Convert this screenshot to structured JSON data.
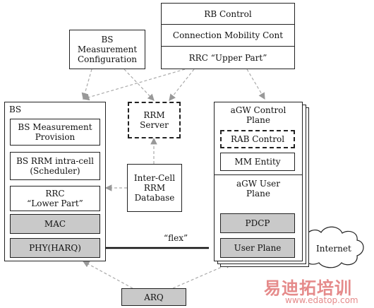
{
  "rb_control": "RB Control",
  "connection_mobility": "Connection Mobility Cont",
  "rrc_upper": "RRC “Upper Part”",
  "bs_measurement_config": "BS\nMeasurement\nConfiguration",
  "bs": "BS",
  "bs_measurement_provision": "BS Measurement\nProvision",
  "bs_rrm_intra": "BS RRM intra-cell\n(Scheduler)",
  "rrc_lower": "RRC\n“Lower Part”",
  "mac": "MAC",
  "phy": "PHY(HARQ)",
  "rrm_server": "RRM\nServer",
  "inter_cell_db": "Inter-Cell\nRRM\nDatabase",
  "agw_control_plane": "aGW Control\nPlane",
  "rab_control": "RAB Control",
  "mm_entity": "MM Entity",
  "agw_user_plane": "aGW User\nPlane",
  "pdcp": "PDCP",
  "user_plane": "User Plane",
  "flex": "“flex”",
  "internet": "Internet",
  "arq": "ARQ",
  "watermark_cn": "易迪拓培训",
  "watermark_url": "www.edatop.com"
}
